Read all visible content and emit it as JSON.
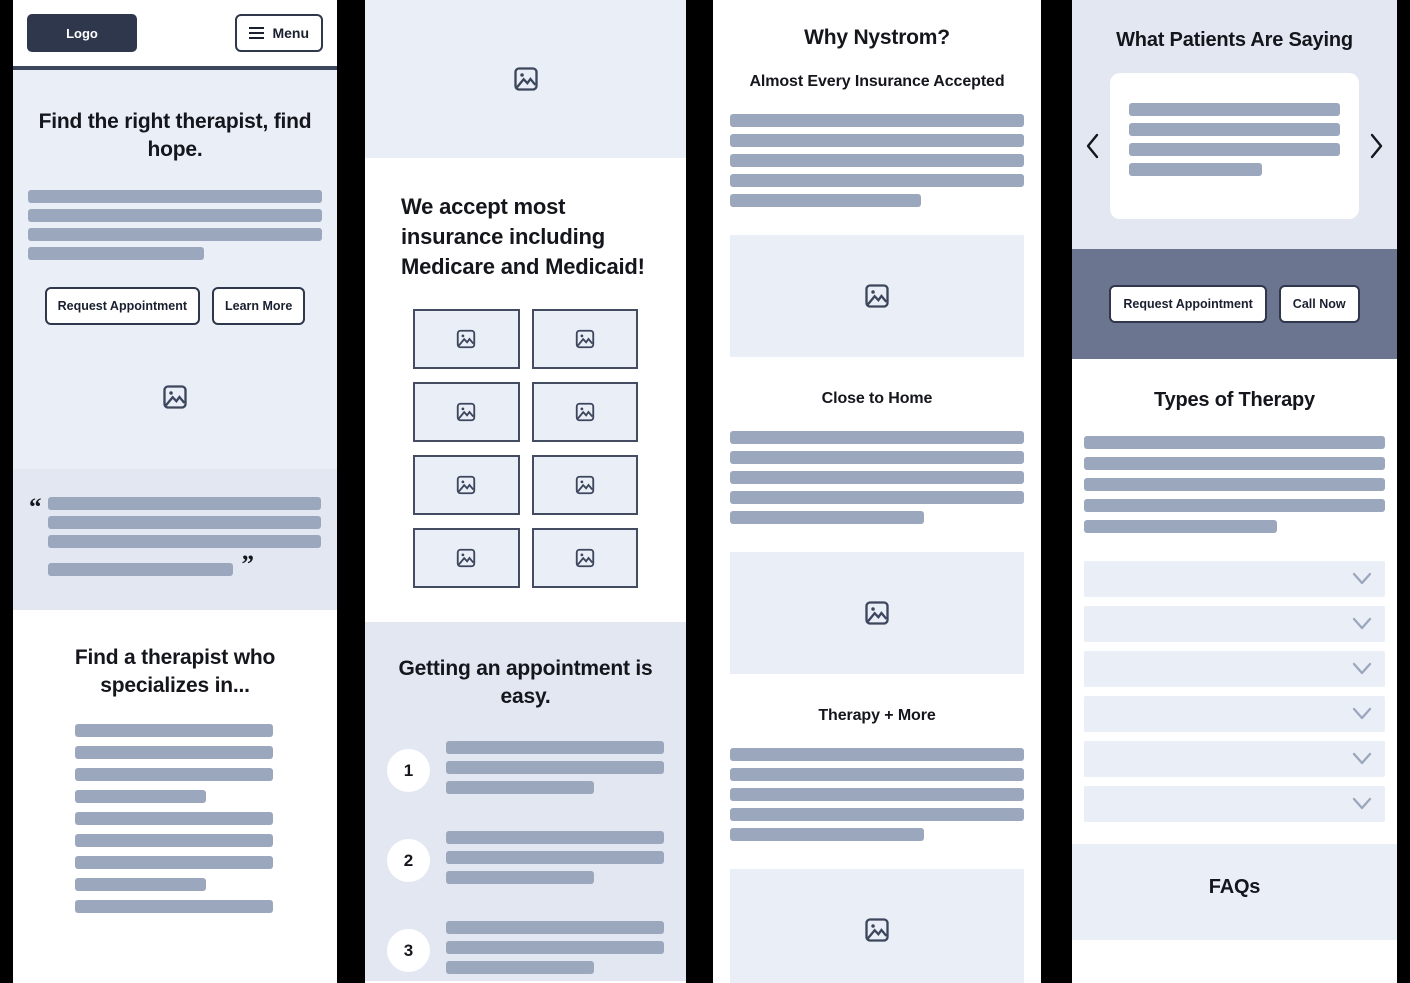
{
  "meta": {
    "colors": {
      "ink": "#14161c",
      "navy": "#2e374b",
      "skeleton": "#9ba7bd",
      "tint_light": "#eaeef7",
      "tint_mid": "#e2e7f1",
      "cta_band": "#6b758f",
      "white": "#ffffff"
    }
  },
  "panel1": {
    "header": {
      "logo_label": "Logo",
      "menu_label": "Menu",
      "menu_icon": "hamburger-icon"
    },
    "hero": {
      "heading": "Find the right therapist, find hope.",
      "body_bars": [
        100,
        100,
        100,
        62
      ],
      "primary_cta": "Request Appointment",
      "secondary_cta": "Learn More",
      "image_icon": "image-placeholder-icon"
    },
    "quote": {
      "open_mark": "“",
      "close_mark": "”",
      "bars": [
        100,
        100,
        100,
        68
      ]
    },
    "specialties": {
      "heading": "Find a therapist who specializes in...",
      "bars": [
        100,
        100,
        100,
        66,
        100,
        100,
        100,
        66,
        100
      ]
    }
  },
  "panel2": {
    "hero_image_icon": "image-placeholder-icon",
    "copy": {
      "heading": "We accept most insurance including Medicare and Medicaid!"
    },
    "logo_grid": {
      "count": 8,
      "item_icon": "image-placeholder-icon"
    },
    "steps": {
      "heading": "Getting an appointment is easy.",
      "items": [
        {
          "number": "1",
          "bars": [
            100,
            100,
            68
          ]
        },
        {
          "number": "2",
          "bars": [
            100,
            100,
            68
          ]
        },
        {
          "number": "3",
          "bars": [
            100,
            100,
            68
          ]
        }
      ]
    }
  },
  "panel3": {
    "title": "Why Nystrom?",
    "blocks": [
      {
        "heading": "Almost Every Insurance Accepted",
        "bars": [
          100,
          100,
          100,
          100,
          65
        ],
        "image_icon": "image-placeholder-icon"
      },
      {
        "heading": "Close to Home",
        "bars": [
          100,
          100,
          100,
          100,
          66
        ],
        "image_icon": "image-placeholder-icon"
      },
      {
        "heading": "Therapy + More",
        "bars": [
          100,
          100,
          100,
          100,
          66
        ],
        "image_icon": "image-placeholder-icon"
      }
    ]
  },
  "panel4": {
    "testimonials": {
      "heading": "What Patients Are Saying",
      "prev_icon": "chevron-left-icon",
      "next_icon": "chevron-right-icon",
      "card_bars": [
        100,
        100,
        100,
        63
      ]
    },
    "cta": {
      "primary": "Request Appointment",
      "secondary": "Call Now"
    },
    "types": {
      "heading": "Types of Therapy",
      "bars": [
        100,
        100,
        100,
        100,
        64
      ],
      "accordion_count": 6,
      "accordion_icon": "chevron-down-icon"
    },
    "faq": {
      "heading": "FAQs"
    }
  }
}
